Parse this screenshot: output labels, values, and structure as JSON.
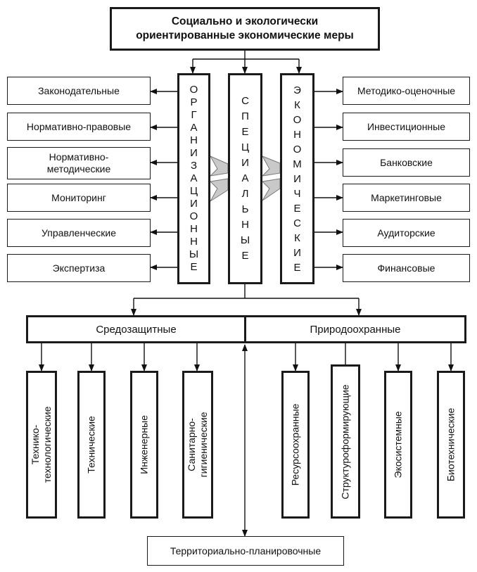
{
  "title": {
    "line1": "Социально и экологически",
    "line2": "ориентированные экономические меры"
  },
  "columns": {
    "organizational": "ОРГАНИЗАЦИОННЫЕ",
    "special": "СПЕЦИАЛЬНЫЕ",
    "economic": "ЭКОНОМИЧЕСКИЕ"
  },
  "left_items": [
    "Законодательные",
    "Нормативно-правовые",
    "Нормативно-методические",
    "Мониторинг",
    "Управленческие",
    "Экспертиза"
  ],
  "left_item_3_lines": [
    "Нормативно-",
    "методические"
  ],
  "right_items": [
    "Методико-оценочные",
    "Инвестиционные",
    "Банковские",
    "Маркетинговые",
    "Аудиторские",
    "Финансовые"
  ],
  "groups": {
    "environmental_protection": "Средозащитные",
    "nature_conservation": "Природоохранные"
  },
  "bottom_items": [
    "Технико-технологические",
    "Технические",
    "Инженерные",
    "Санитарно-гигиенические",
    "Ресурсоохранные",
    "Структуроформирующие",
    "Экосистемные",
    "Биотехнические"
  ],
  "bottom_lines": {
    "b0": [
      "Технико-",
      "технологические"
    ],
    "b3": [
      "Санитарно-",
      "гигиенические"
    ]
  },
  "territorial": "Территориально-планировочные"
}
